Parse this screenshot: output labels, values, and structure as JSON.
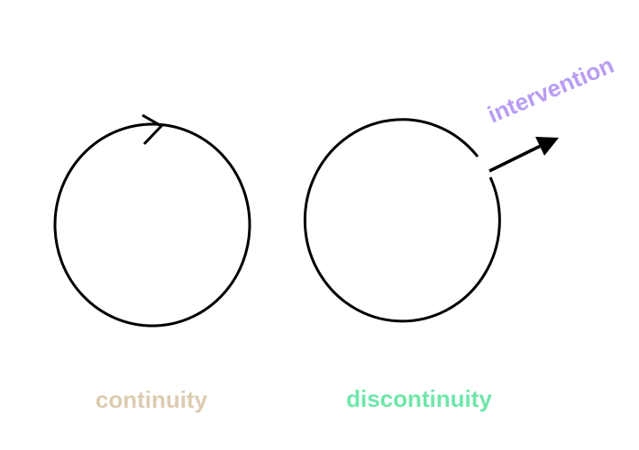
{
  "labels": {
    "continuity": "continuity",
    "discontinuity": "discontinuity",
    "intervention": "intervention"
  },
  "colors": {
    "continuity": "#dccbb1",
    "discontinuity": "#6fe6a9",
    "intervention": "#b89cf2",
    "stroke": "#000000"
  }
}
